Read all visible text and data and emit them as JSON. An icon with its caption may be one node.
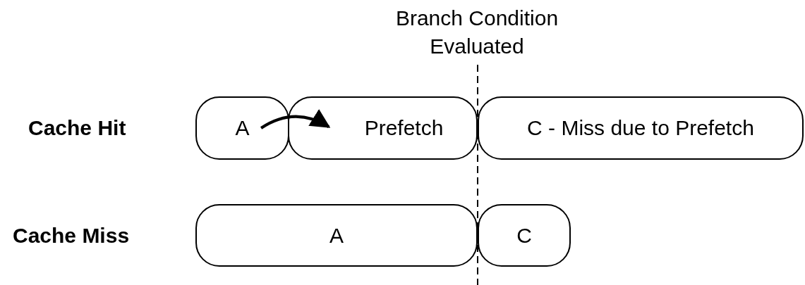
{
  "diagram": {
    "nodes": [
      {
        "text": [
          "A"
        ]
      },
      {
        "text": [
          "Prefetch"
        ]
      },
      {
        "text": [
          "C - Miss due to Prefetch"
        ]
      },
      {
        "text": [
          "A"
        ]
      },
      {
        "text": [
          "C"
        ]
      }
    ],
    "edges": [
      {
        "from": 0,
        "to": 1,
        "arrow": "to"
      }
    ],
    "labels": [
      "Branch Condition Evaluated",
      "Cache Hit",
      "Cache Miss"
    ]
  }
}
